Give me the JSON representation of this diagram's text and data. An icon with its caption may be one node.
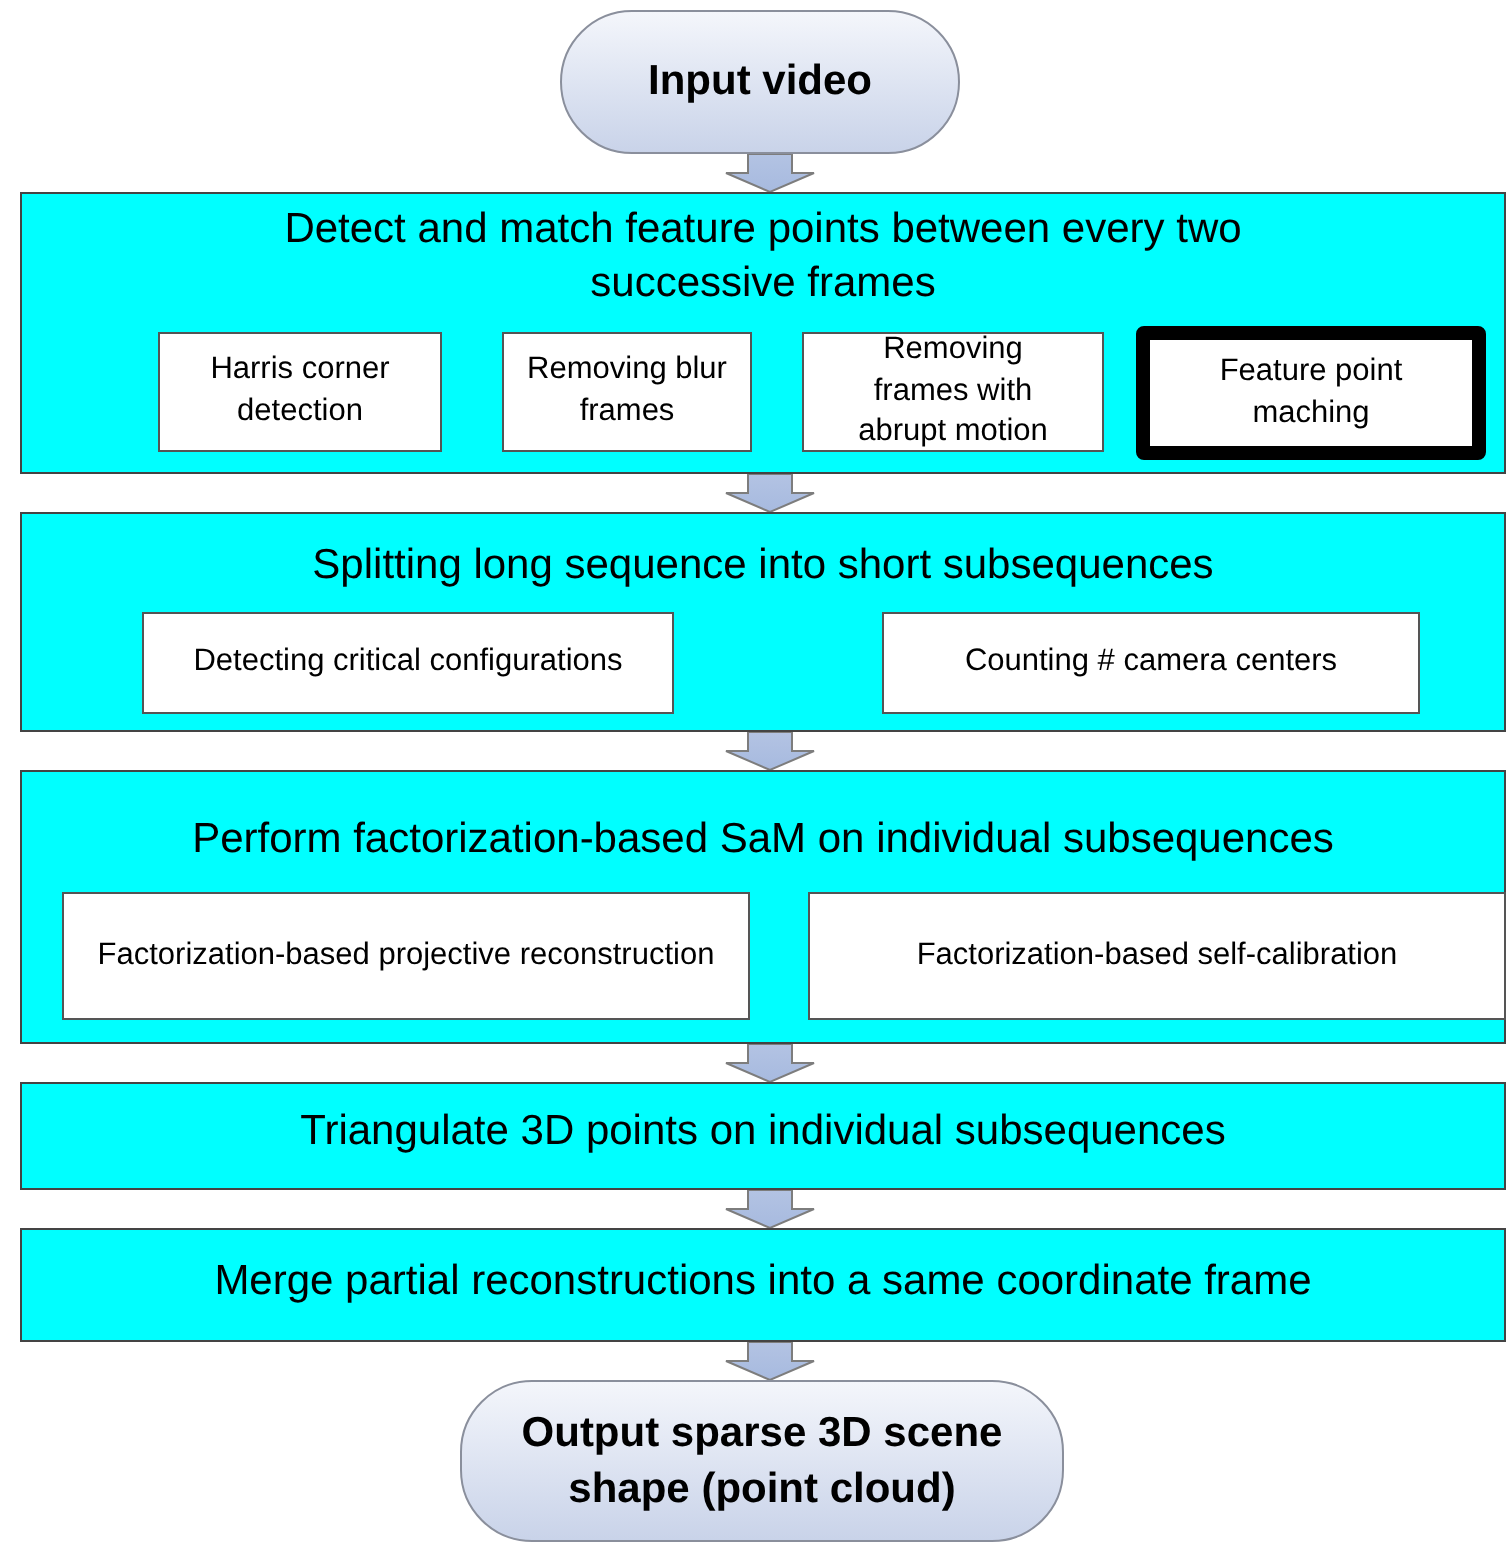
{
  "diagram": {
    "nodes": [
      {
        "text": [
          "Input video"
        ]
      },
      {
        "text": [
          "Detect and match feature points between every two successive frames"
        ]
      },
      {
        "text": [
          "Harris corner detection"
        ],
        "in": 1
      },
      {
        "text": [
          "Removing blur frames"
        ],
        "in": 1
      },
      {
        "text": [
          "Removing frames with abrupt motion"
        ],
        "in": 1
      },
      {
        "text": [
          "Feature point maching"
        ],
        "in": 1
      },
      {
        "text": [
          "Splitting long sequence into short subsequences"
        ]
      },
      {
        "text": [
          "Detecting critical configurations"
        ],
        "in": 6
      },
      {
        "text": [
          "Counting # camera centers"
        ],
        "in": 6
      },
      {
        "text": [
          "Perform factorization-based SaM on individual subsequences"
        ]
      },
      {
        "text": [
          "Factorization-based projective reconstruction"
        ],
        "in": 9
      },
      {
        "text": [
          "Factorization-based self-calibration"
        ],
        "in": 9
      },
      {
        "text": [
          "Triangulate 3D points on individual subsequences"
        ]
      },
      {
        "text": [
          "Merge partial reconstructions into a same coordinate frame"
        ]
      },
      {
        "text": [
          "Output sparse 3D scene shape (point cloud)"
        ]
      }
    ],
    "edges": [
      {
        "from": 0,
        "to": 1,
        "arrow": "to"
      },
      {
        "from": 1,
        "to": 6,
        "arrow": "to"
      },
      {
        "from": 6,
        "to": 9,
        "arrow": "to"
      },
      {
        "from": 9,
        "to": 12,
        "arrow": "to"
      },
      {
        "from": 12,
        "to": 13,
        "arrow": "to"
      },
      {
        "from": 13,
        "to": 14,
        "arrow": "to"
      }
    ]
  }
}
